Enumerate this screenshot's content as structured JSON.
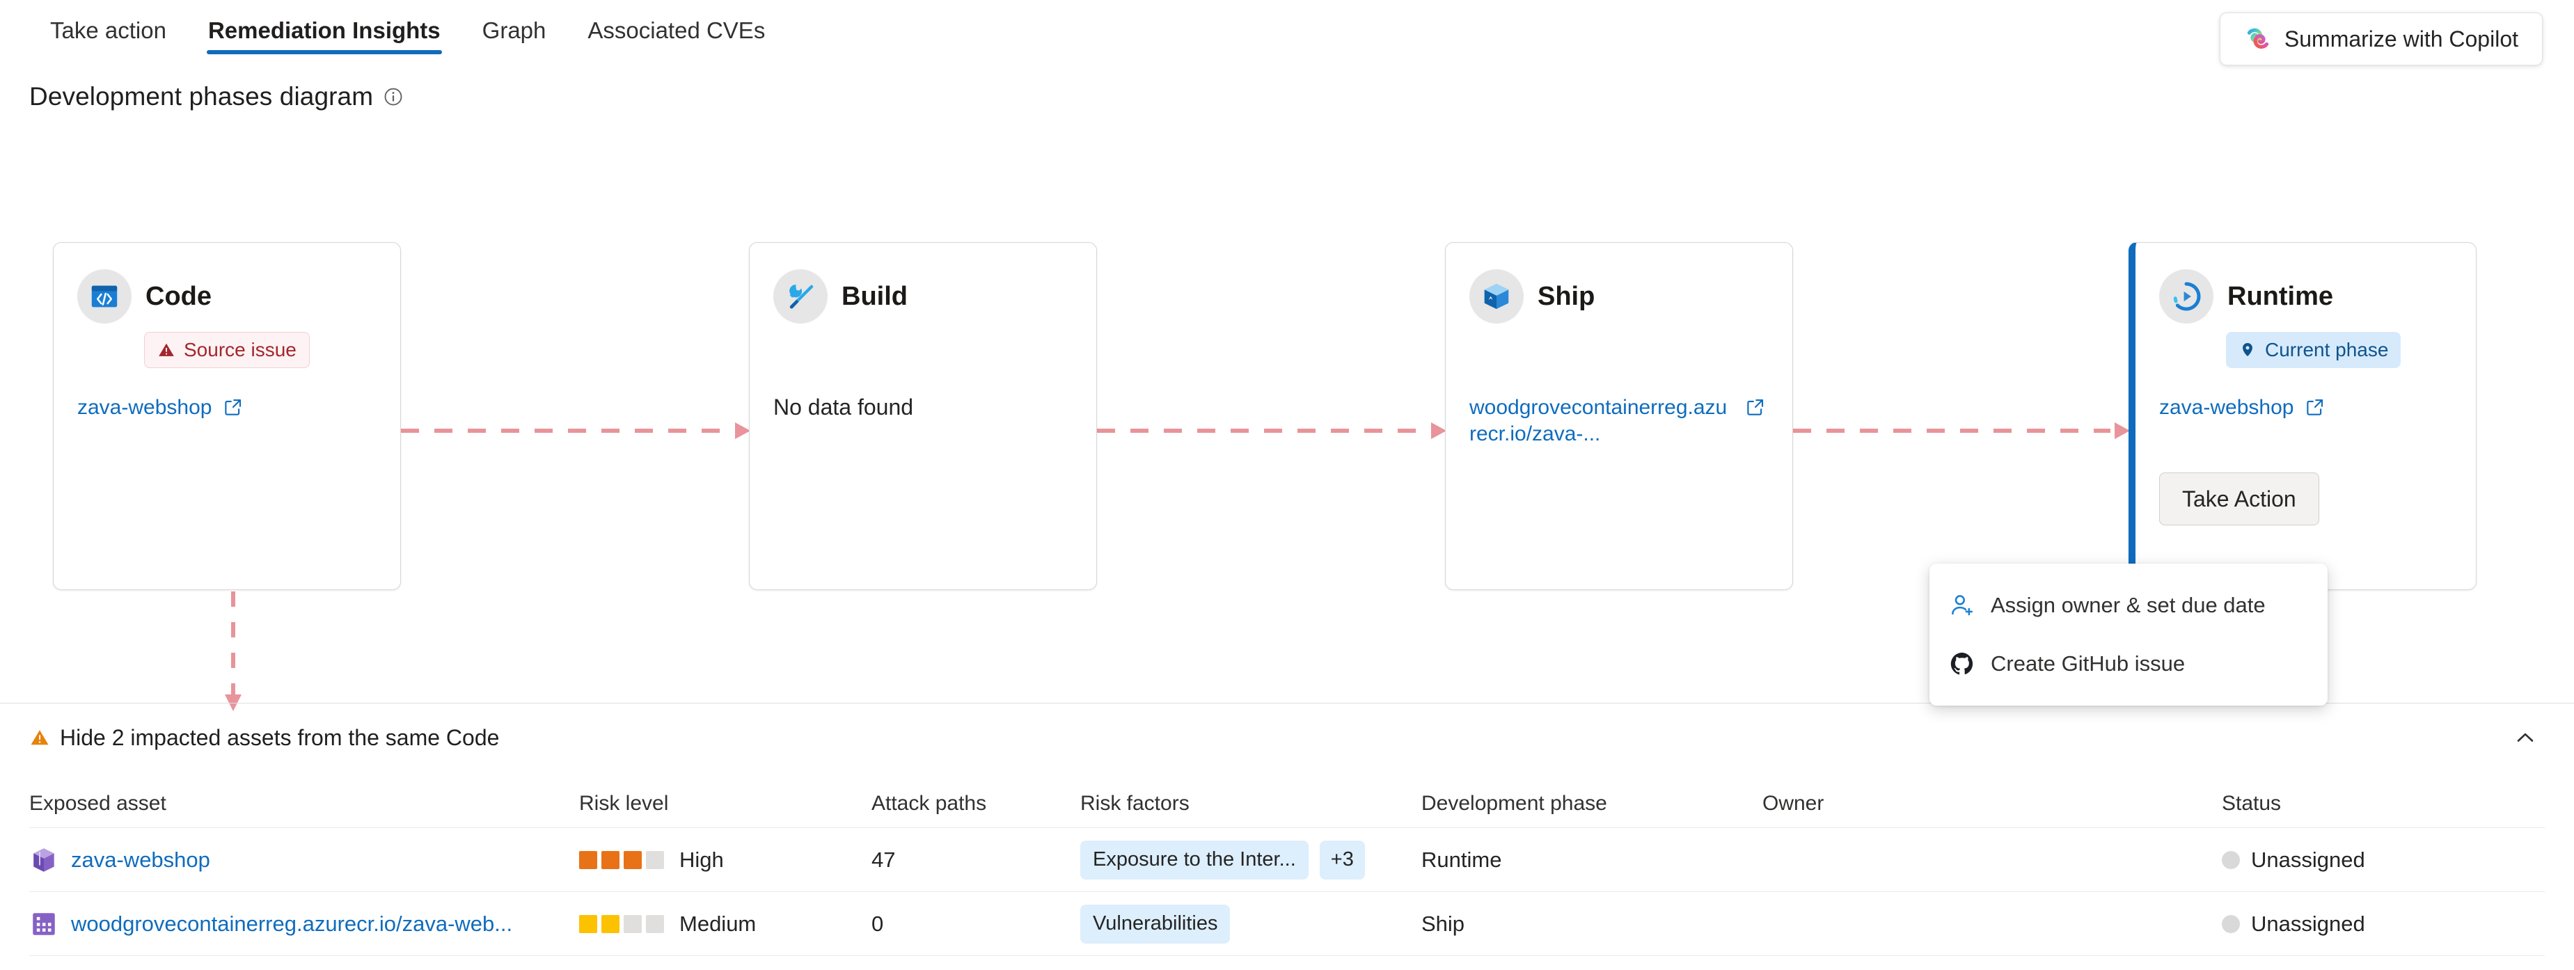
{
  "tabs": [
    {
      "label": "Take action",
      "active": false
    },
    {
      "label": "Remediation Insights",
      "active": true
    },
    {
      "label": "Graph",
      "active": false
    },
    {
      "label": "Associated CVEs",
      "active": false
    }
  ],
  "copilot": {
    "label": "Summarize with Copilot",
    "icon": "copilot-icon"
  },
  "section": {
    "title": "Development phases diagram",
    "info_icon": "info-icon"
  },
  "phases": [
    {
      "name": "Code",
      "icon": "code-window-icon",
      "badge": {
        "label": "Source issue",
        "icon": "warning-triangle-icon",
        "kind": "source-issue"
      },
      "link": "zava-webshop",
      "empty": "",
      "current": false,
      "has_take_action": false
    },
    {
      "name": "Build",
      "icon": "wrench-screwdriver-icon",
      "badge": null,
      "link": "",
      "empty": "No data found",
      "current": false,
      "has_take_action": false
    },
    {
      "name": "Ship",
      "icon": "package-box-icon",
      "badge": null,
      "link": "woodgrovecontainerreg.azurecr.io/zava-...",
      "empty": "",
      "current": false,
      "has_take_action": false
    },
    {
      "name": "Runtime",
      "icon": "runtime-gauge-icon",
      "badge": {
        "label": "Current phase",
        "icon": "location-pin-icon",
        "kind": "current-phase"
      },
      "link": "zava-webshop",
      "empty": "",
      "current": true,
      "has_take_action": true,
      "take_action_label": "Take Action"
    }
  ],
  "dropdown": {
    "items": [
      {
        "label": "Assign owner & set due date",
        "icon": "person-add-icon"
      },
      {
        "label": "Create GitHub issue",
        "icon": "github-icon"
      }
    ]
  },
  "assets_panel": {
    "toggle_label": "Hide 2 impacted assets from the same Code",
    "warn_icon": "warning-triangle-icon",
    "chevron_icon": "chevron-up-icon"
  },
  "table": {
    "columns": [
      "Exposed asset",
      "Risk level",
      "Attack paths",
      "Risk factors",
      "Development phase",
      "Owner",
      "Status"
    ],
    "rows": [
      {
        "asset": "zava-webshop",
        "asset_icon": "cube-purple-icon",
        "risk_level": "High",
        "risk_pips_filled": 3,
        "risk_pips_total": 4,
        "risk_color": "#e87217",
        "attack_paths": "47",
        "risk_factors": [
          "Exposure to the Inter..."
        ],
        "risk_factors_more": "+3",
        "development_phase": "Runtime",
        "owner": "",
        "status": "Unassigned"
      },
      {
        "asset": "woodgrovecontainerreg.azurecr.io/zava-web...",
        "asset_icon": "container-registry-icon",
        "risk_level": "Medium",
        "risk_pips_filled": 2,
        "risk_pips_total": 4,
        "risk_color": "#fcc200",
        "attack_paths": "0",
        "risk_factors": [
          "Vulnerabilities"
        ],
        "risk_factors_more": "",
        "development_phase": "Ship",
        "owner": "",
        "status": "Unassigned"
      }
    ]
  },
  "colors": {
    "accent": "#0f6cbd",
    "link": "#0f6cbd",
    "danger": "#a4262c",
    "connector": "#e8949a",
    "high": "#e87217",
    "medium": "#fcc200",
    "warning": "#e8820c"
  }
}
